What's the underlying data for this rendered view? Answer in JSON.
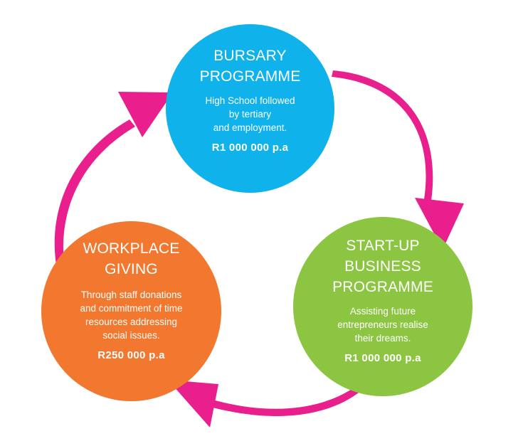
{
  "colors": {
    "bursary": "#0fb2ea",
    "startup": "#8cc541",
    "workplace": "#f2772f",
    "arrow": "#e91f8e"
  },
  "nodes": {
    "bursary": {
      "title_line1": "BURSARY",
      "title_line2": "PROGRAMME",
      "desc_line1": "High School followed",
      "desc_line2": "by tertiary",
      "desc_line3": "and employment.",
      "amount": "R1 000 000 p.a"
    },
    "startup": {
      "title_line1": "START-UP",
      "title_line2": "BUSINESS",
      "title_line3": "PROGRAMME",
      "desc_line1": "Assisting future",
      "desc_line2": "entrepreneurs realise",
      "desc_line3": "their dreams.",
      "amount": "R1 000 000 p.a"
    },
    "workplace": {
      "title_line1": "WORKPLACE",
      "title_line2": "GIVING",
      "desc_line1": "Through staff donations",
      "desc_line2": "and commitment of time",
      "desc_line3": "resources addressing",
      "desc_line4": "social issues.",
      "amount": "R250 000 p.a"
    }
  },
  "arrows": [
    {
      "from": "bursary",
      "to": "startup"
    },
    {
      "from": "startup",
      "to": "workplace"
    },
    {
      "from": "workplace",
      "to": "bursary"
    }
  ]
}
